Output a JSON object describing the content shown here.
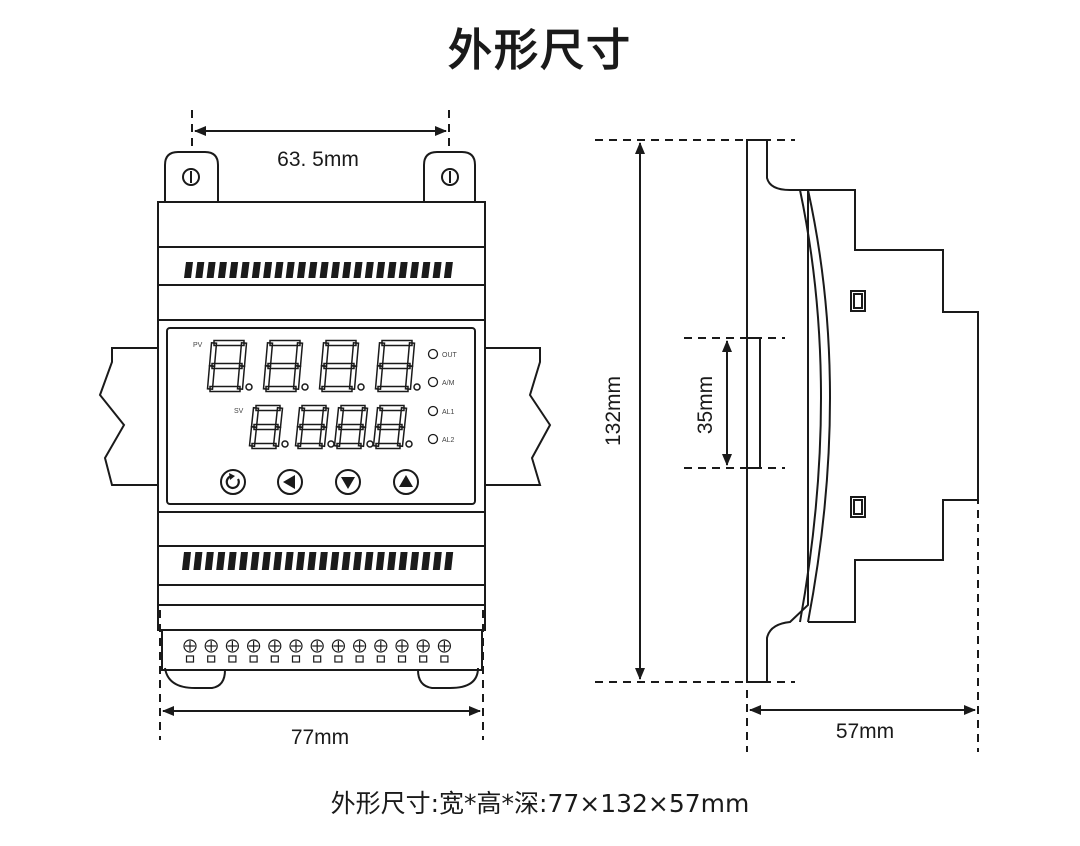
{
  "title": "外形尺寸",
  "footer": "外形尺寸:宽*高*深:77×132×57mm",
  "dimensions": {
    "mount_spacing": "63. 5mm",
    "width": "77mm",
    "height": "132mm",
    "rail": "35mm",
    "depth": "57mm"
  },
  "panel": {
    "pv_label": "PV",
    "sv_label": "SV",
    "indicators": [
      "OUT",
      "A/M",
      "AL1",
      "AL2"
    ],
    "buttons": [
      "cycle-button",
      "left-button",
      "down-button",
      "up-button"
    ]
  }
}
